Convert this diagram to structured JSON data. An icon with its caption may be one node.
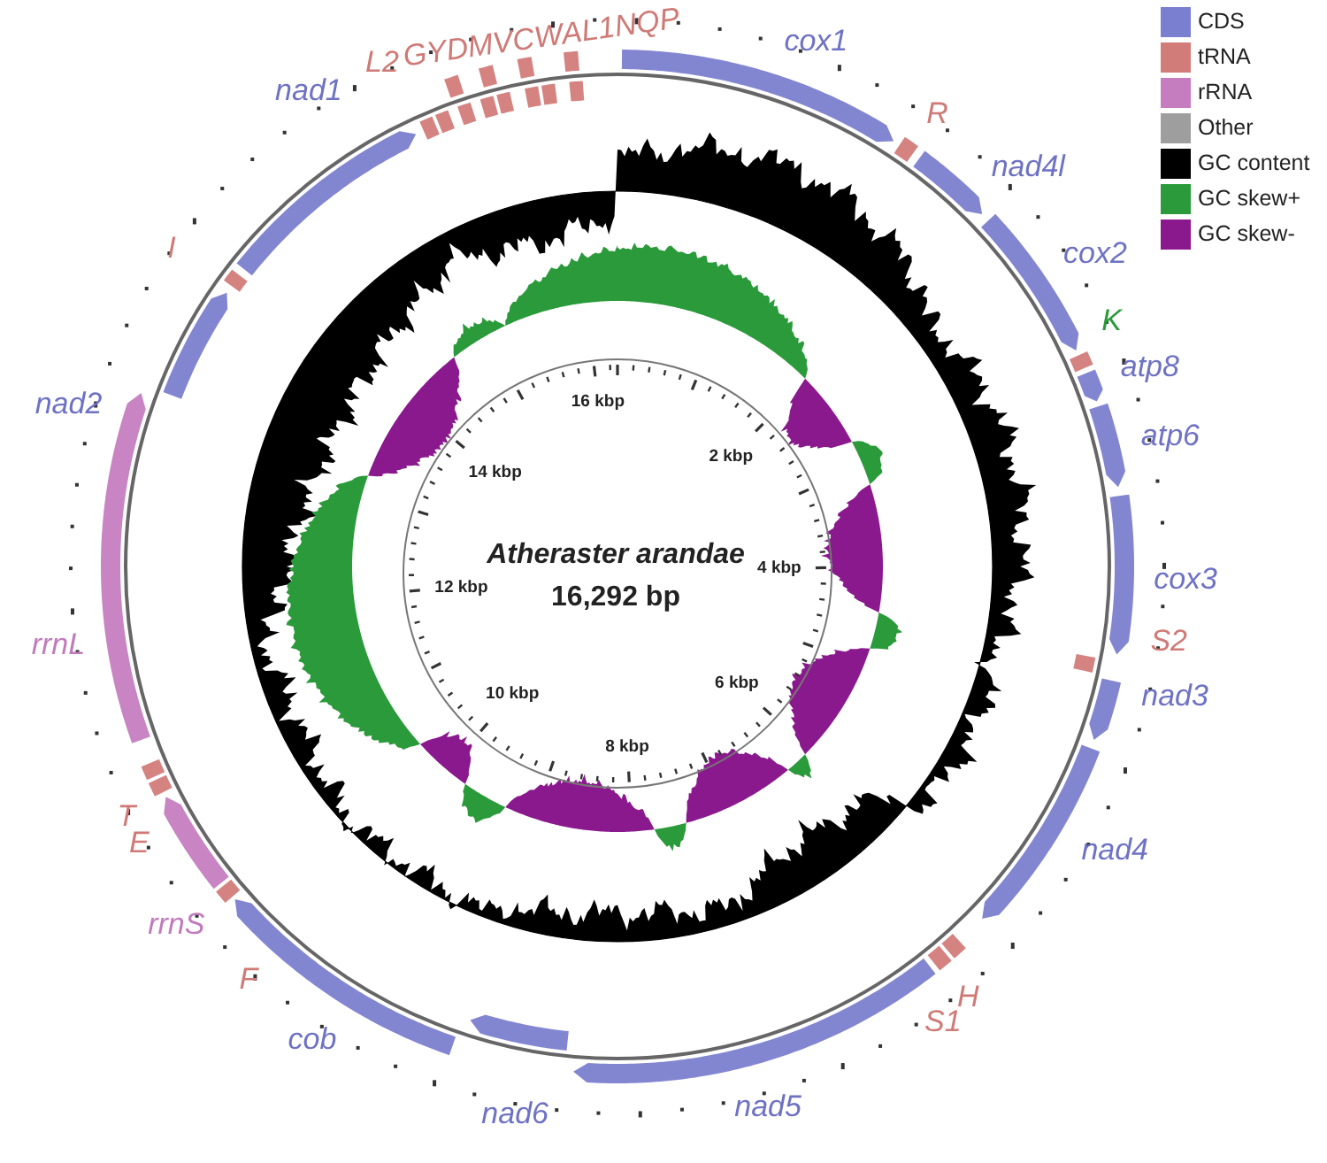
{
  "diagram": {
    "labels": [
      "nad1",
      "L2",
      "GYDMVCWAL1NQP",
      "cox1",
      "R",
      "nad4l",
      "I",
      "cox2",
      "K",
      "nad2",
      "atp8",
      "atp6",
      "16 kbp",
      "2 kbp",
      "14 kbp",
      "cox3",
      "rrnL",
      "Atheraster arandae",
      "16,292 bp",
      "12 kbp",
      "4 kbp",
      "S2",
      "nad3",
      "6 kbp",
      "10 kbp",
      "8 kbp",
      "T",
      "E",
      "nad4",
      "rrnS",
      "F",
      "H",
      "S1",
      "cob",
      "nad5",
      "nad6"
    ],
    "legend": [
      {
        "text": "CDS",
        "color": "#7b7fcf"
      },
      {
        "text": "tRNA",
        "color": "#d27c7a"
      },
      {
        "text": "rRNA",
        "color": "#c57dc0"
      },
      {
        "text": "Other",
        "color": "#9e9e9e"
      },
      {
        "text": "GC content",
        "color": "#000000"
      },
      {
        "text": "GC skew+",
        "color": "#2b9a3a"
      },
      {
        "text": "GC skew-",
        "color": "#8b198e"
      }
    ]
  }
}
